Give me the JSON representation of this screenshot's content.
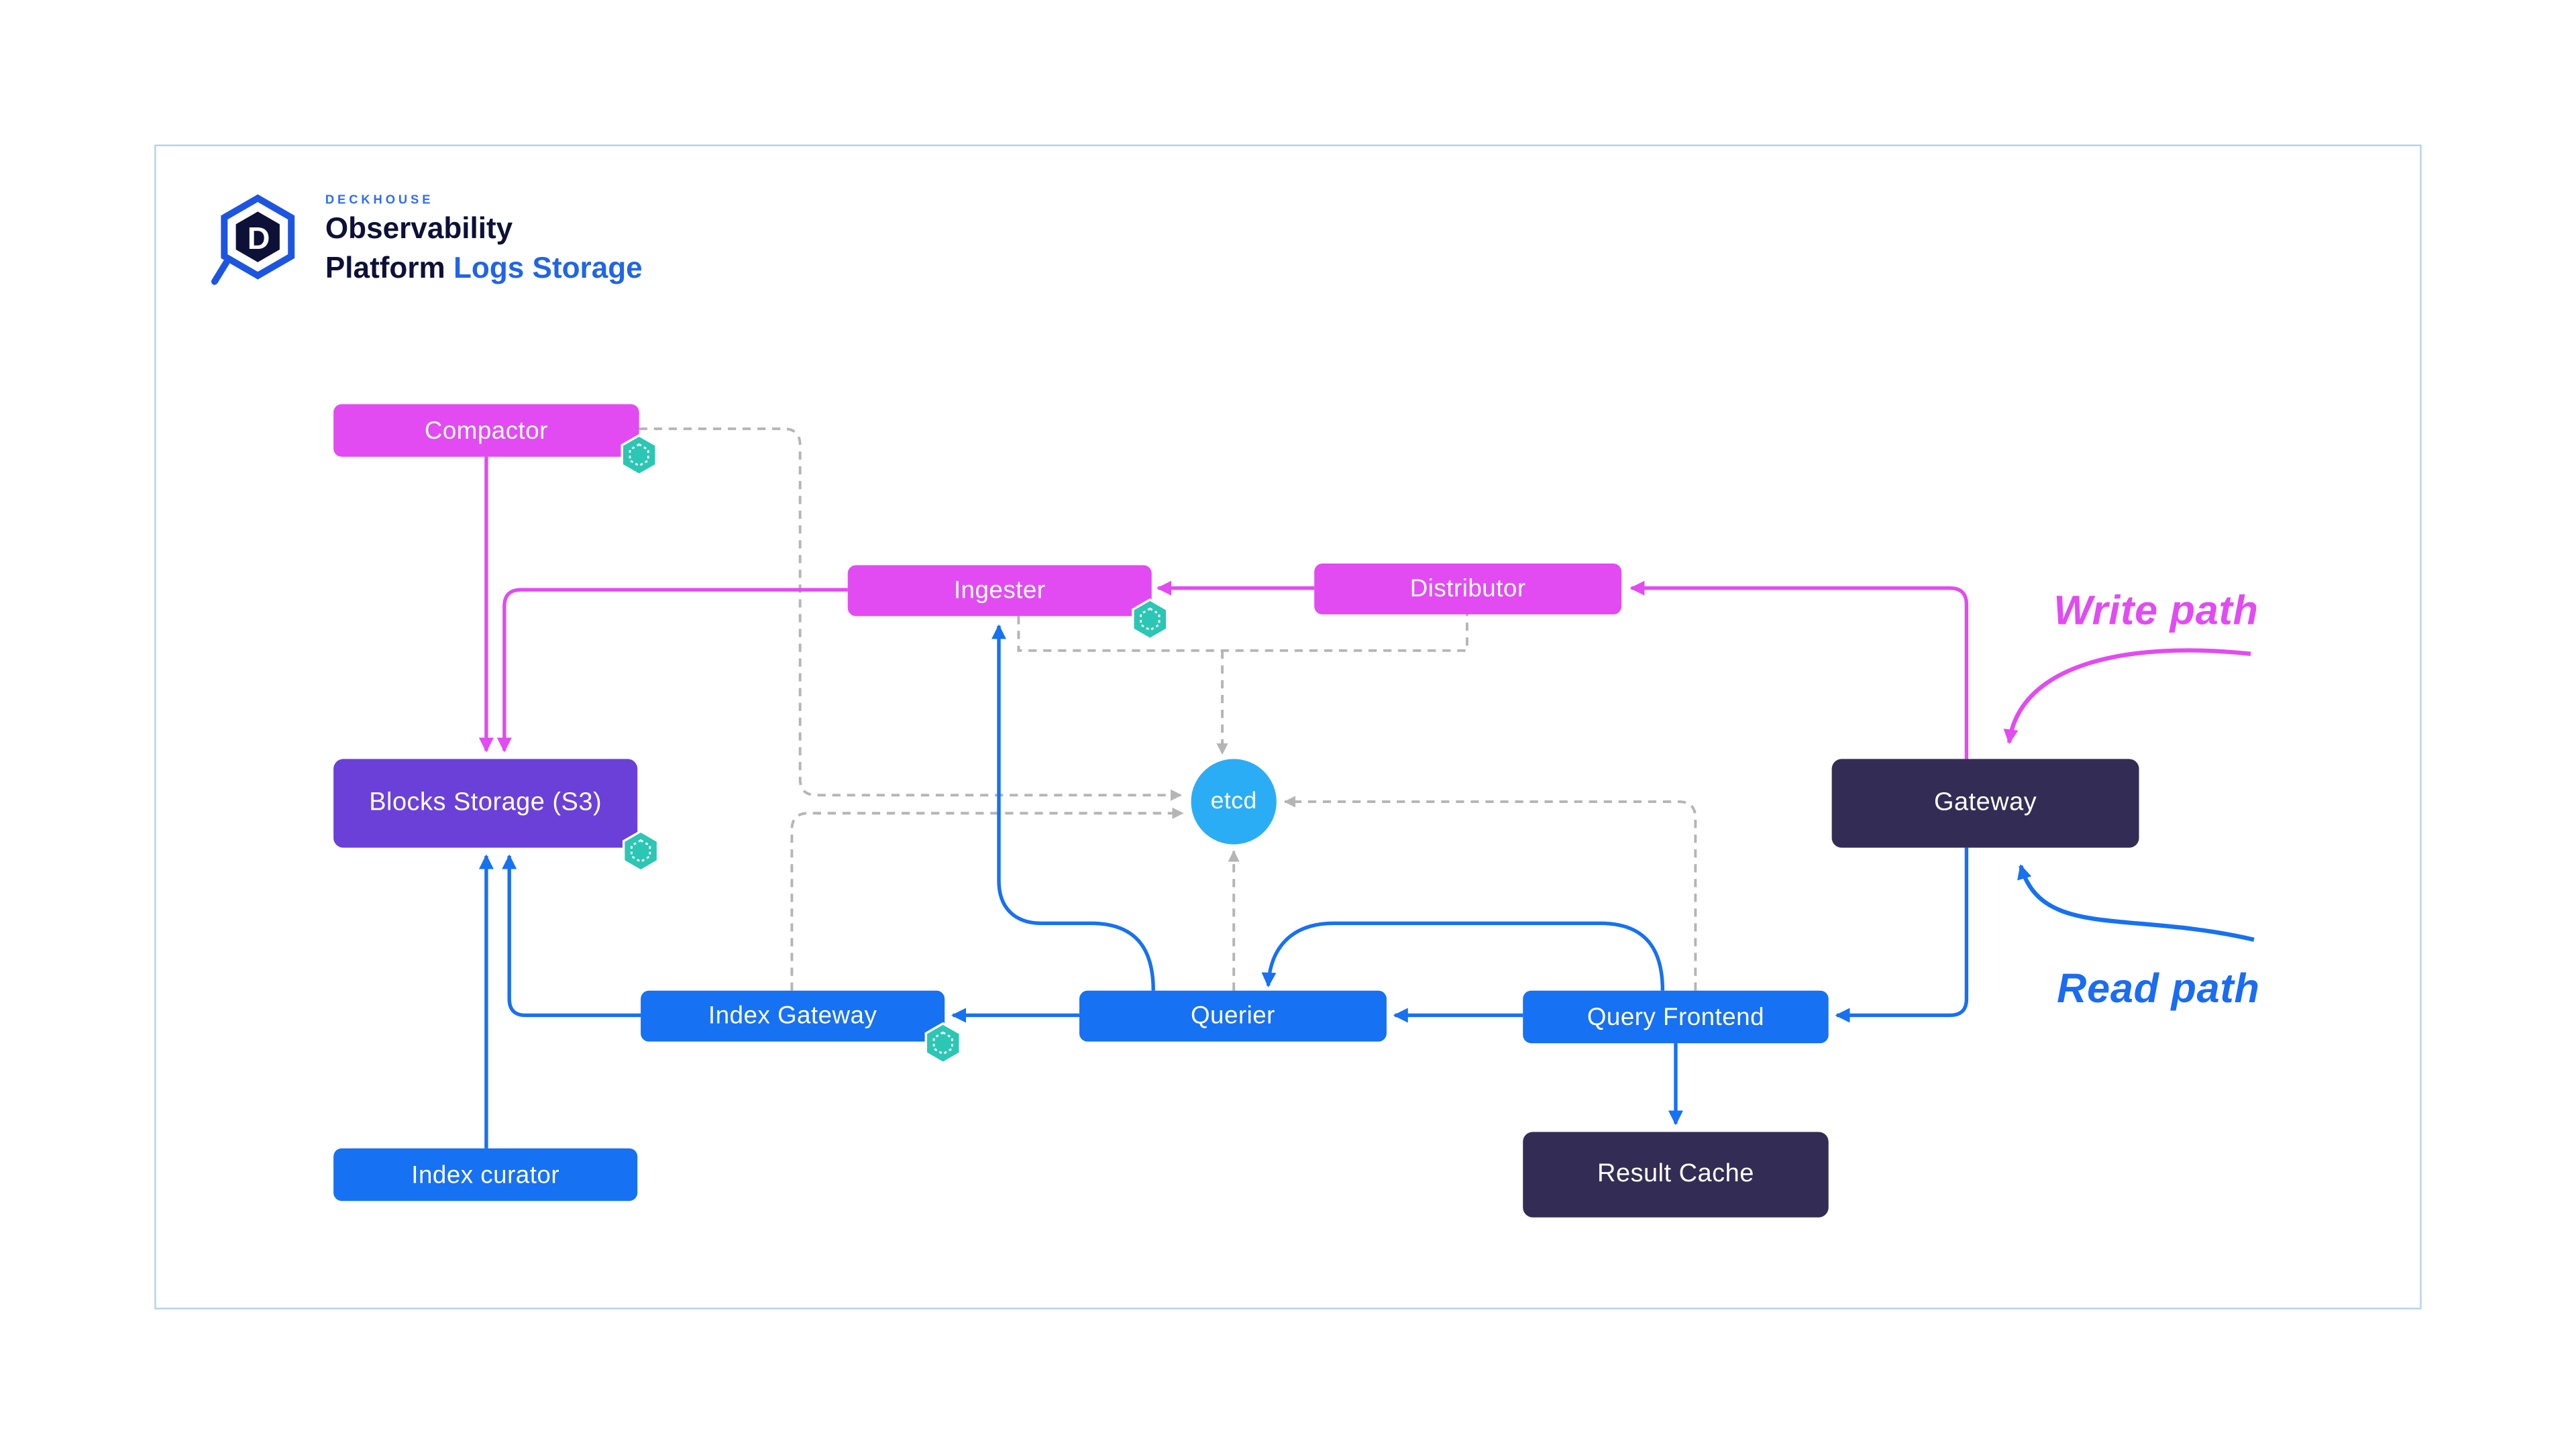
{
  "colors": {
    "magenta": "#e24bf2",
    "blue": "#1671f3",
    "blue-label": "#1a6cf2",
    "purple": "#6b40d8",
    "navy": "#332c55",
    "etcd-blue": "#2badf5",
    "teal": "#2cc6b4",
    "gray-dash": "#b5b5b5",
    "frame-border": "#b5d3ee",
    "brand-blue": "#2f6bff",
    "brand-dark": "#0d1138",
    "brand-accent": "#2065e6",
    "logo-blue": "#1d55e3"
  },
  "brand": {
    "eyebrow": "DECKHOUSE",
    "line1": "Observability",
    "line2_dark": "Platform",
    "line2_blue": "Logs Storage"
  },
  "nodes": {
    "compactor": {
      "label": "Compactor"
    },
    "ingester": {
      "label": "Ingester"
    },
    "distributor": {
      "label": "Distributor"
    },
    "blocks_storage": {
      "label": "Blocks Storage (S3)"
    },
    "gateway": {
      "label": "Gateway"
    },
    "etcd": {
      "label": "etcd"
    },
    "index_gateway": {
      "label": "Index Gateway"
    },
    "querier": {
      "label": "Querier"
    },
    "query_frontend": {
      "label": "Query Frontend"
    },
    "index_curator": {
      "label": "Index curator"
    },
    "result_cache": {
      "label": "Result Cache"
    }
  },
  "annotations": {
    "write_path": "Write path",
    "read_path": "Read path"
  },
  "edges": {
    "write": [
      {
        "from": "gateway",
        "to": "distributor"
      },
      {
        "from": "distributor",
        "to": "ingester"
      },
      {
        "from": "ingester",
        "to": "blocks_storage"
      },
      {
        "from": "compactor",
        "to": "blocks_storage"
      }
    ],
    "read": [
      {
        "from": "gateway",
        "to": "query_frontend"
      },
      {
        "from": "query_frontend",
        "to": "querier"
      },
      {
        "from": "query_frontend",
        "to": "querier",
        "route": "upper-loop"
      },
      {
        "from": "query_frontend",
        "to": "result_cache"
      },
      {
        "from": "querier",
        "to": "ingester"
      },
      {
        "from": "querier",
        "to": "index_gateway"
      },
      {
        "from": "index_gateway",
        "to": "blocks_storage"
      },
      {
        "from": "index_curator",
        "to": "blocks_storage"
      }
    ],
    "etcd_members": [
      "compactor",
      "ingester",
      "distributor",
      "index_gateway",
      "querier",
      "query_frontend"
    ]
  }
}
